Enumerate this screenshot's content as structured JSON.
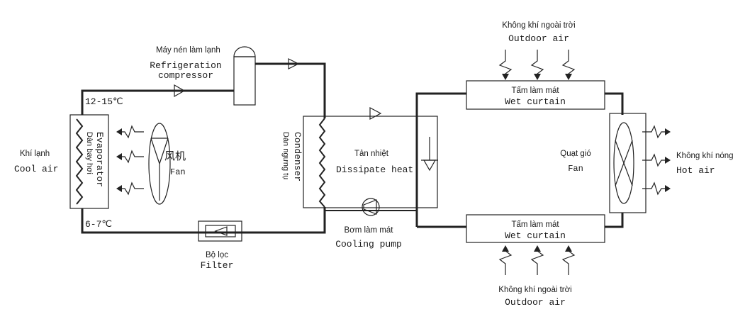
{
  "compressor": {
    "vi": "Máy nén làm lạnh",
    "en_line1": "Refrigeration",
    "en_line2": "compressor"
  },
  "temps": {
    "high": "12-15℃",
    "low": "6-7℃"
  },
  "cool_air": {
    "vi": "Khí lạnh",
    "en": "Cool air"
  },
  "evaporator": {
    "en": "Evaporator",
    "vi": "Dàn bay hơi"
  },
  "fan_left": {
    "zh": "风机",
    "en": "Fan"
  },
  "condenser": {
    "en": "Condenser",
    "vi": "Dàn ngưng tụ"
  },
  "dissipate": {
    "vi": "Tản nhiệt",
    "en": "Dissipate heat"
  },
  "pump": {
    "vi": "Bơm làm mát",
    "en": "Cooling pump"
  },
  "filter": {
    "vi": "Bộ lọc",
    "en": "Filter"
  },
  "outdoor_top": {
    "vi": "Không khí ngoài trời",
    "en": "Outdoor air"
  },
  "outdoor_bottom": {
    "vi": "Không khí ngoài trời",
    "en": "Outdoor air"
  },
  "wet_curtain_top": {
    "vi": "Tấm làm mát",
    "en": "Wet curtain"
  },
  "wet_curtain_bottom": {
    "vi": "Tấm làm mát",
    "en": "Wet curtain"
  },
  "fan_right": {
    "vi": "Quạt gió",
    "en": "Fan"
  },
  "hot_air": {
    "vi": "Không khí nóng",
    "en": "Hot air"
  }
}
